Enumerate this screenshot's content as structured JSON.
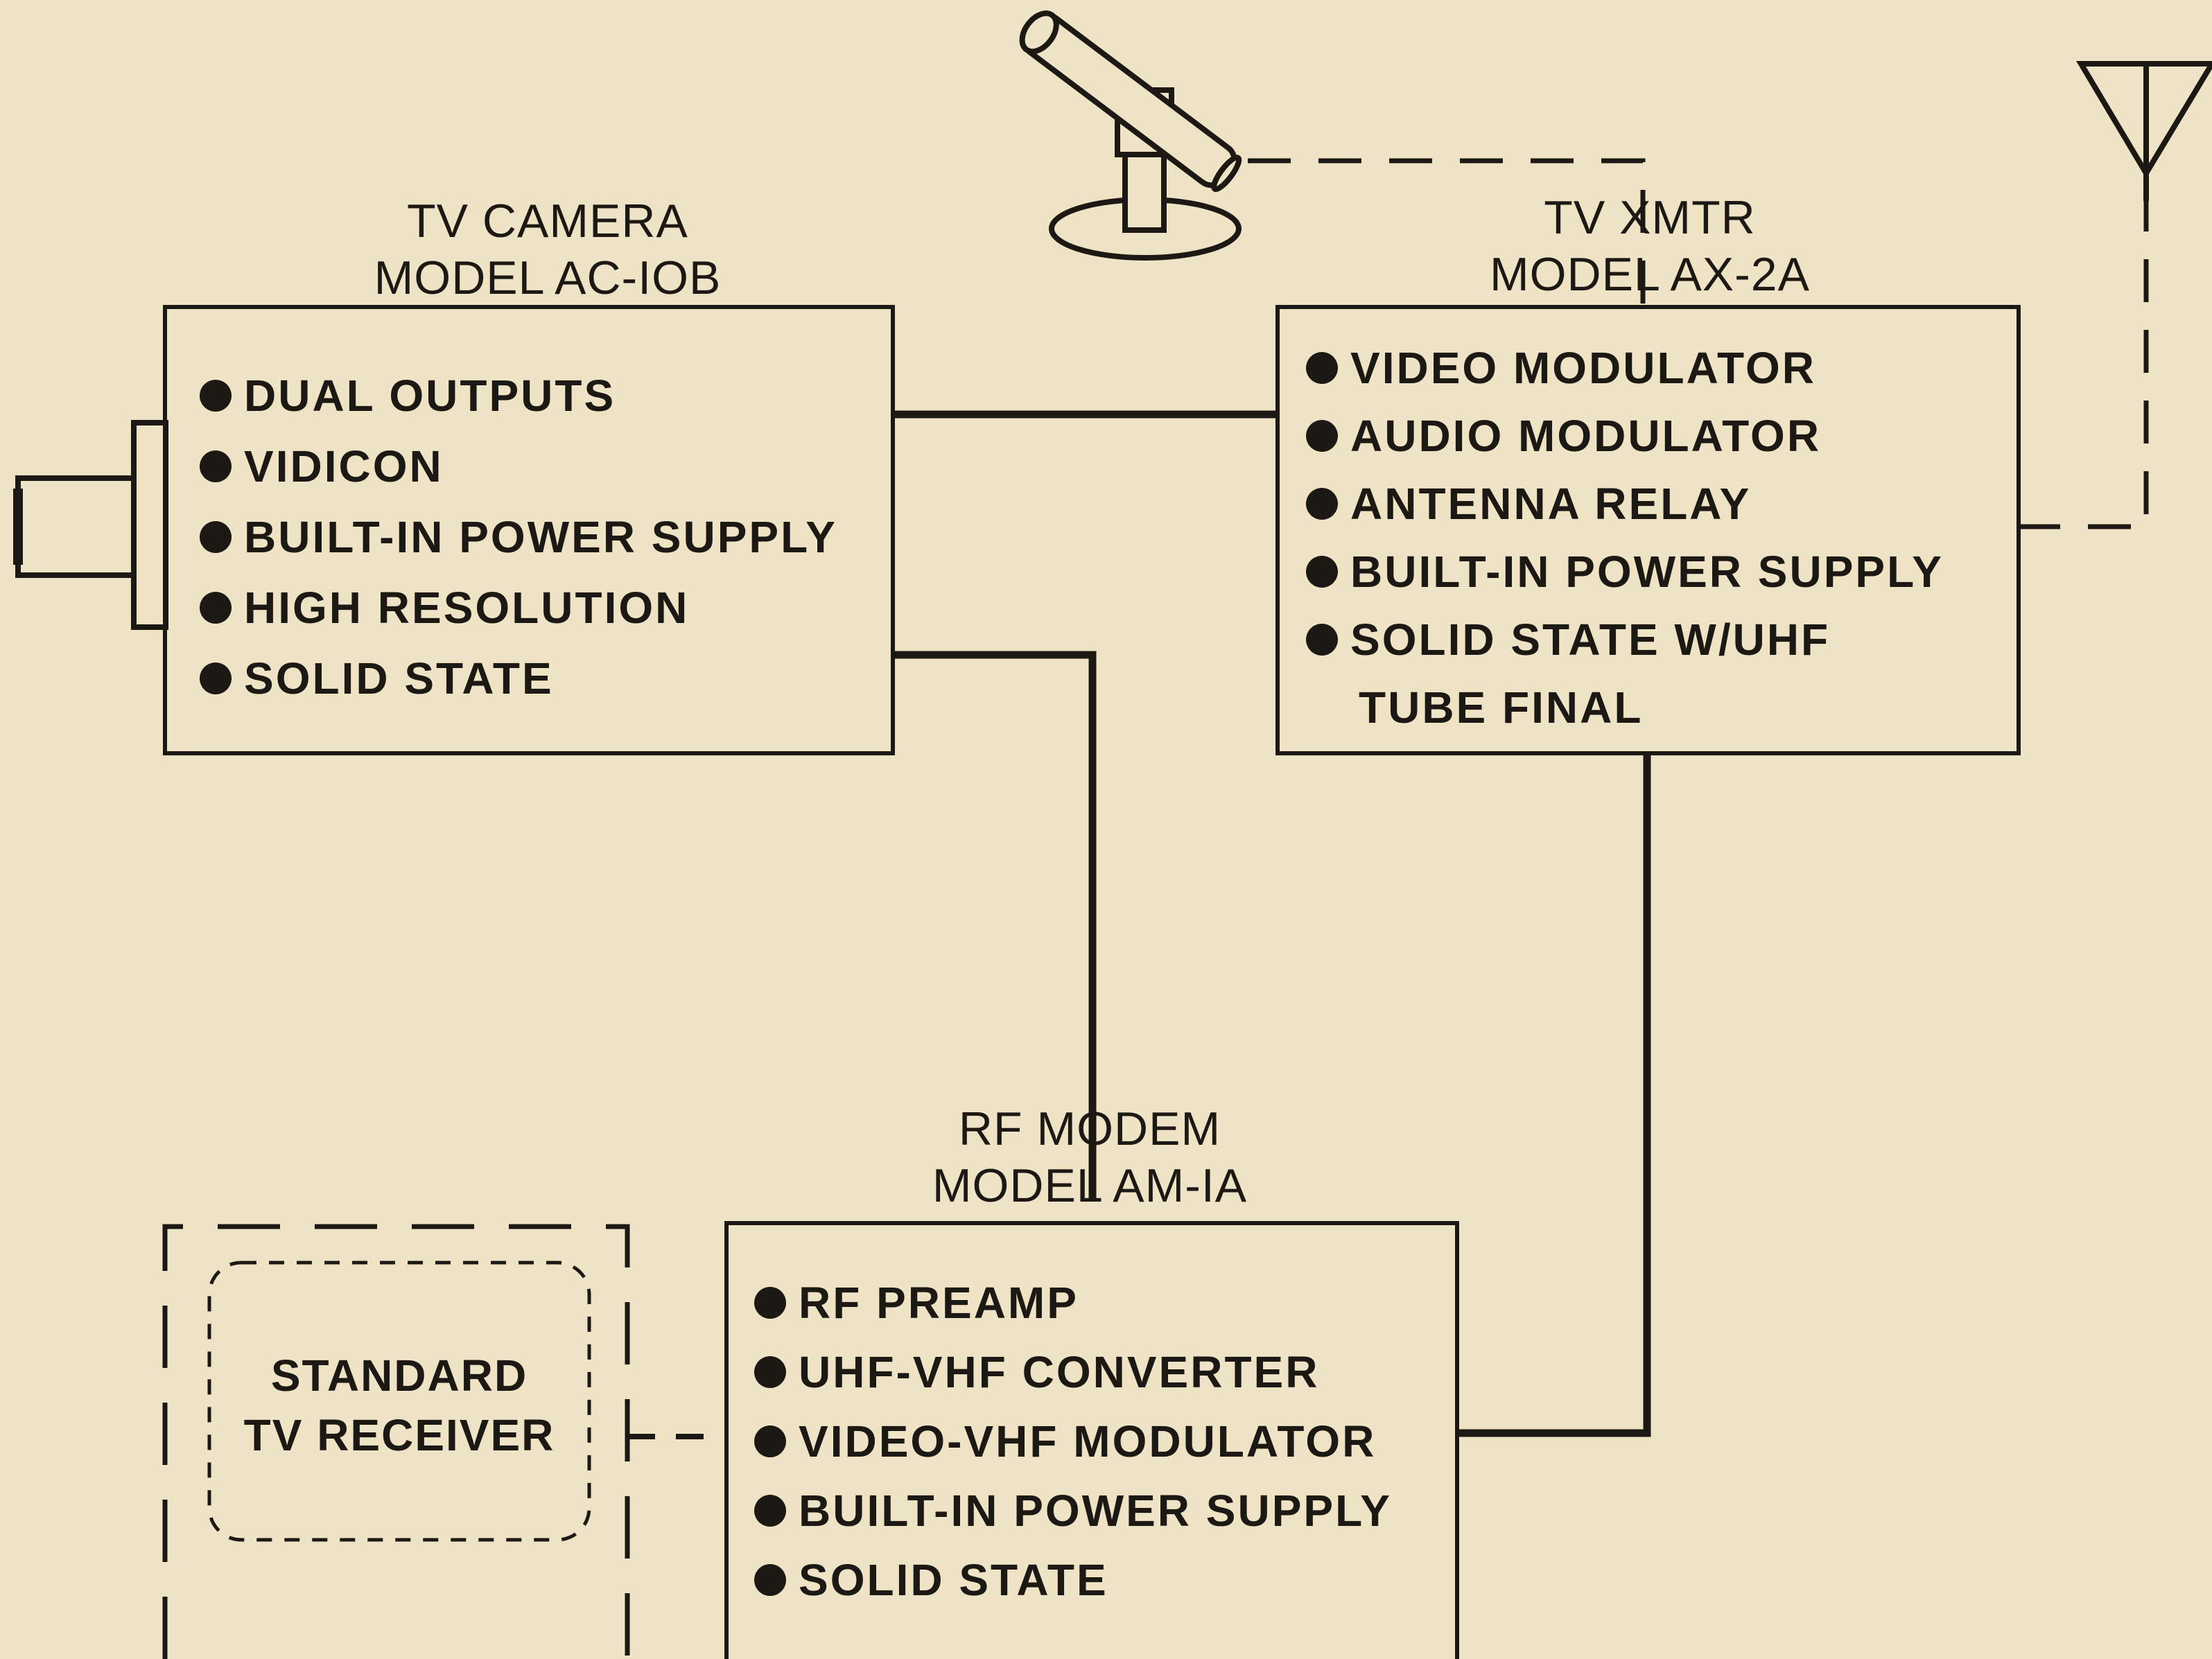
{
  "camera": {
    "title_line1": "TV CAMERA",
    "title_line2": "MODEL AC-IOB",
    "features": [
      "DUAL OUTPUTS",
      "VIDICON",
      "BUILT-IN POWER SUPPLY",
      "HIGH RESOLUTION",
      "SOLID STATE"
    ]
  },
  "transmitter": {
    "title_line1": "TV XMTR",
    "title_line2": "MODEL AX-2A",
    "features": [
      "VIDEO MODULATOR",
      "AUDIO MODULATOR",
      "ANTENNA RELAY",
      "BUILT-IN POWER SUPPLY",
      "SOLID STATE W/UHF"
    ],
    "feature_continuation": "TUBE FINAL"
  },
  "modem": {
    "title_line1": "RF MODEM",
    "title_line2": "MODEL AM-IA",
    "features": [
      "RF PREAMP",
      "UHF-VHF CONVERTER",
      "VIDEO-VHF MODULATOR",
      "BUILT-IN POWER SUPPLY",
      "SOLID STATE"
    ]
  },
  "receiver": {
    "label_line1": "STANDARD",
    "label_line2": "TV RECEIVER"
  },
  "colors": {
    "paper": "#efe3c6",
    "ink": "#1c1814"
  },
  "icons": [
    "microphone-icon",
    "antenna-icon",
    "camera-lens-icon"
  ]
}
